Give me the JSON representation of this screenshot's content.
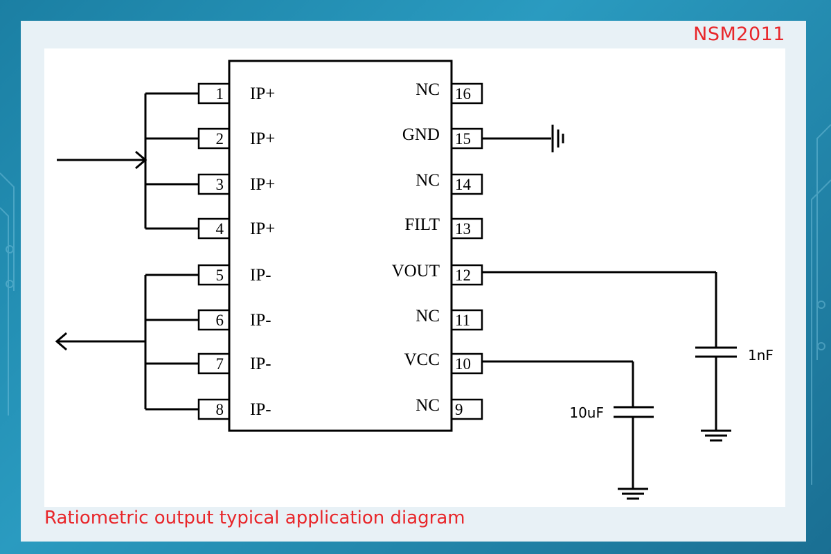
{
  "brand": "NSM2011",
  "caption": "Ratiometric output typical application diagram",
  "colors": {
    "accent": "#e8262a",
    "ink": "#000000"
  },
  "chip": {
    "left_pins": [
      {
        "num": "1",
        "name": "IP+"
      },
      {
        "num": "2",
        "name": "IP+"
      },
      {
        "num": "3",
        "name": "IP+"
      },
      {
        "num": "4",
        "name": "IP+"
      },
      {
        "num": "5",
        "name": "IP-"
      },
      {
        "num": "6",
        "name": "IP-"
      },
      {
        "num": "7",
        "name": "IP-"
      },
      {
        "num": "8",
        "name": "IP-"
      }
    ],
    "right_pins": [
      {
        "num": "16",
        "name": "NC"
      },
      {
        "num": "15",
        "name": "GND"
      },
      {
        "num": "14",
        "name": "NC"
      },
      {
        "num": "13",
        "name": "FILT"
      },
      {
        "num": "12",
        "name": "VOUT"
      },
      {
        "num": "11",
        "name": "NC"
      },
      {
        "num": "10",
        "name": "VCC"
      },
      {
        "num": "9",
        "name": "NC"
      }
    ]
  },
  "components": {
    "cap_vout": "1nF",
    "cap_vcc": "10uF"
  }
}
